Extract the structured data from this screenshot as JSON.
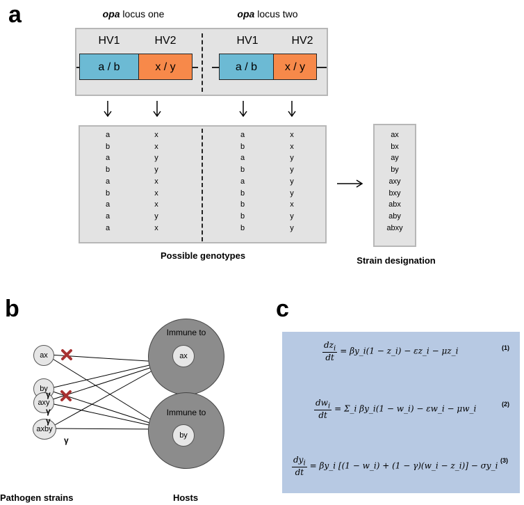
{
  "panels": {
    "a": "a",
    "b": "b",
    "c": "c"
  },
  "panel_a": {
    "locus_one_italic": "opa",
    "locus_one_rest": " locus one",
    "locus_two_italic": "opa",
    "locus_two_rest": " locus two",
    "hv1": "HV1",
    "hv2": "HV2",
    "gene_ab": "a / b",
    "gene_xy": "x / y",
    "genotype_columns": [
      [
        "a",
        "b",
        "a",
        "b",
        "a",
        "b",
        "a",
        "a",
        "a"
      ],
      [
        "x",
        "x",
        "y",
        "y",
        "x",
        "x",
        "x",
        "y",
        "x"
      ],
      [
        "a",
        "b",
        "a",
        "b",
        "a",
        "b",
        "b",
        "b",
        "b"
      ],
      [
        "x",
        "x",
        "y",
        "y",
        "y",
        "y",
        "x",
        "y",
        "y"
      ]
    ],
    "possible_genotypes": "Possible genotypes",
    "strain_designation": "Strain designation",
    "strains": [
      "ax",
      "bx",
      "ay",
      "by",
      "axy",
      "bxy",
      "abx",
      "aby",
      "abxy"
    ]
  },
  "panel_b": {
    "pathogens": [
      "ax",
      "by",
      "axy",
      "axby"
    ],
    "gamma": "γ",
    "host_immune_label": "Immune to",
    "host_one_strain": "ax",
    "host_two_strain": "by",
    "pathogen_strains": "Pathogen strains",
    "hosts": "Hosts",
    "colors": {
      "cross": "#a83232",
      "host": "#8c8c8c",
      "panel_c": "#b7c9e3"
    }
  },
  "panel_c": {
    "eq1": {
      "num": "dz",
      "sub": "i",
      "den": "dt",
      "rhs": "= βy_i(1 − z_i) − εz_i − μz_i",
      "label": "(1)"
    },
    "eq2": {
      "num": "dw",
      "sub": "i",
      "den": "dt",
      "rhs": "= Σ_i βy_i(1 − w_i) − εw_i − μw_i",
      "label": "(2)"
    },
    "eq3": {
      "num": "dy",
      "sub": "i",
      "den": "dt",
      "rhs": "= βy_i [(1 − w_i) + (1 − γ)(w_i − z_i)] − σy_i",
      "label": "(3)"
    }
  }
}
